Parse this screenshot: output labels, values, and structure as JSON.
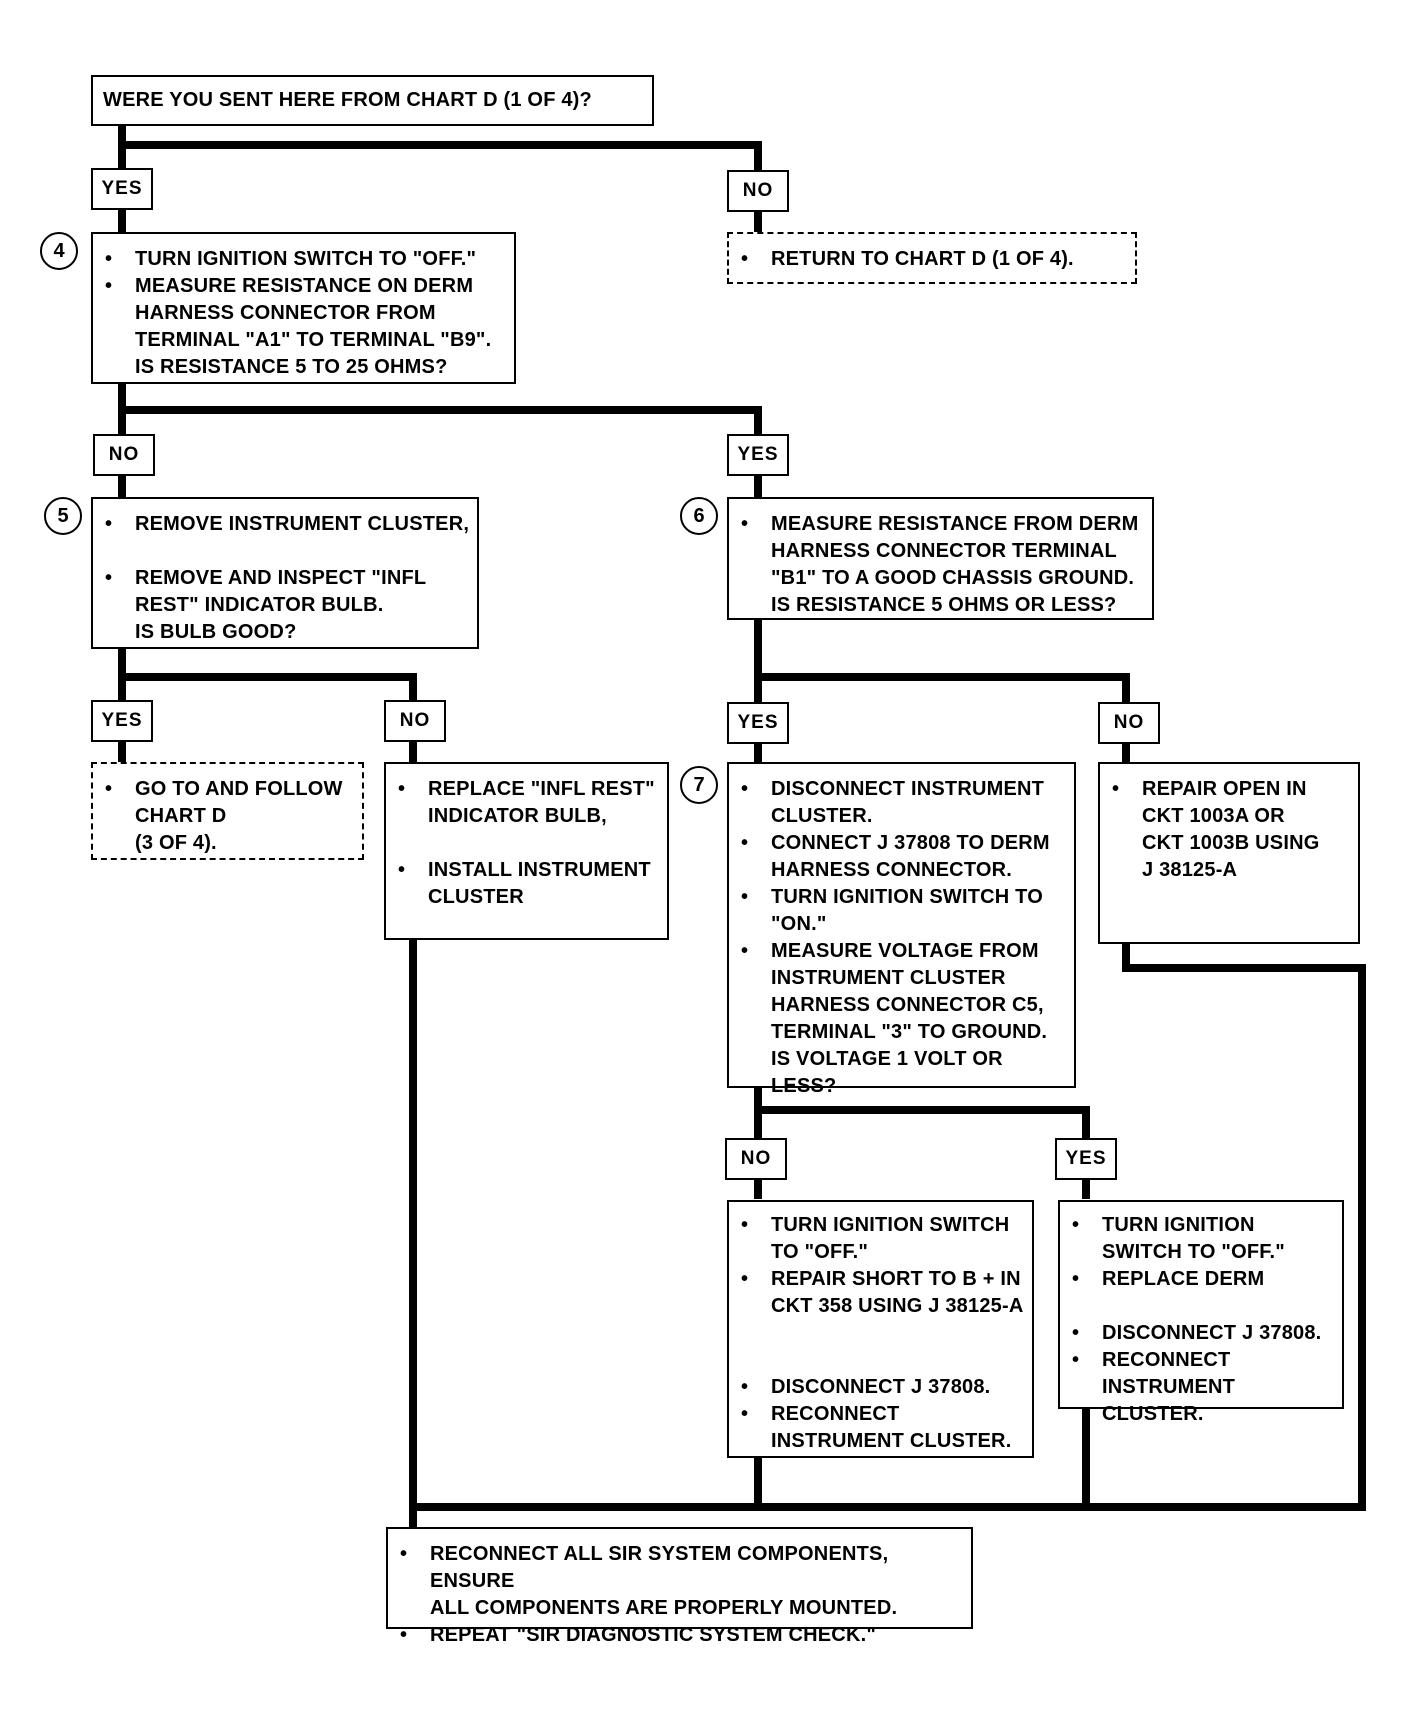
{
  "question_box": "WERE YOU SENT HERE FROM CHART D (1 OF 4)?",
  "labels": {
    "yes1": "YES",
    "no1": "NO",
    "no2": "NO",
    "yes2": "YES",
    "yes3": "YES",
    "no3": "NO",
    "yes4": "YES",
    "no4": "NO",
    "no5": "NO",
    "yes5": "YES"
  },
  "steps": {
    "s4": "4",
    "s5": "5",
    "s6": "6",
    "s7": "7"
  },
  "bullet": "•",
  "box_return": [
    "RETURN TO CHART D (1 OF 4)."
  ],
  "box_step4": [
    "TURN IGNITION SWITCH TO \"OFF.\"",
    "MEASURE RESISTANCE ON DERM\nHARNESS CONNECTOR FROM\nTERMINAL \"A1\" TO TERMINAL \"B9\".\nIS RESISTANCE 5 TO 25 OHMS?"
  ],
  "box_step5": [
    "REMOVE INSTRUMENT CLUSTER,",
    "REMOVE AND INSPECT \"INFL\nREST\" INDICATOR BULB.\nIS BULB GOOD?"
  ],
  "box_step6": [
    "MEASURE RESISTANCE FROM DERM\nHARNESS CONNECTOR TERMINAL\n\"B1\" TO A GOOD CHASSIS GROUND.\nIS RESISTANCE 5 OHMS OR LESS?"
  ],
  "box_goto": [
    "GO TO AND FOLLOW\nCHART D\n(3 OF 4)."
  ],
  "box_replace_bulb": [
    "REPLACE \"INFL REST\"\nINDICATOR BULB,",
    "INSTALL INSTRUMENT\nCLUSTER"
  ],
  "box_step7": [
    "DISCONNECT INSTRUMENT\nCLUSTER.",
    "CONNECT J 37808 TO DERM\nHARNESS CONNECTOR.",
    "TURN IGNITION SWITCH TO\n\"ON.\"",
    "MEASURE VOLTAGE FROM\nINSTRUMENT CLUSTER\nHARNESS CONNECTOR C5,\nTERMINAL \"3\" TO GROUND.\nIS VOLTAGE 1 VOLT OR LESS?"
  ],
  "box_repair_open": [
    "REPAIR OPEN IN\nCKT 1003A OR\nCKT 1003B USING\nJ 38125-A"
  ],
  "box_repair_short": [
    "TURN IGNITION SWITCH\nTO \"OFF.\"",
    "REPAIR SHORT TO B + IN\nCKT 358 USING J 38125-A",
    "DISCONNECT J 37808.",
    "RECONNECT\nINSTRUMENT CLUSTER."
  ],
  "box_replace_derm": [
    "TURN IGNITION\nSWITCH TO \"OFF.\"",
    "REPLACE DERM",
    "DISCONNECT J 37808.",
    "RECONNECT\nINSTRUMENT CLUSTER."
  ],
  "box_final": [
    "RECONNECT ALL SIR SYSTEM COMPONENTS, ENSURE\nALL COMPONENTS ARE PROPERLY MOUNTED.",
    "REPEAT \"SIR DIAGNOSTIC SYSTEM CHECK.\""
  ]
}
